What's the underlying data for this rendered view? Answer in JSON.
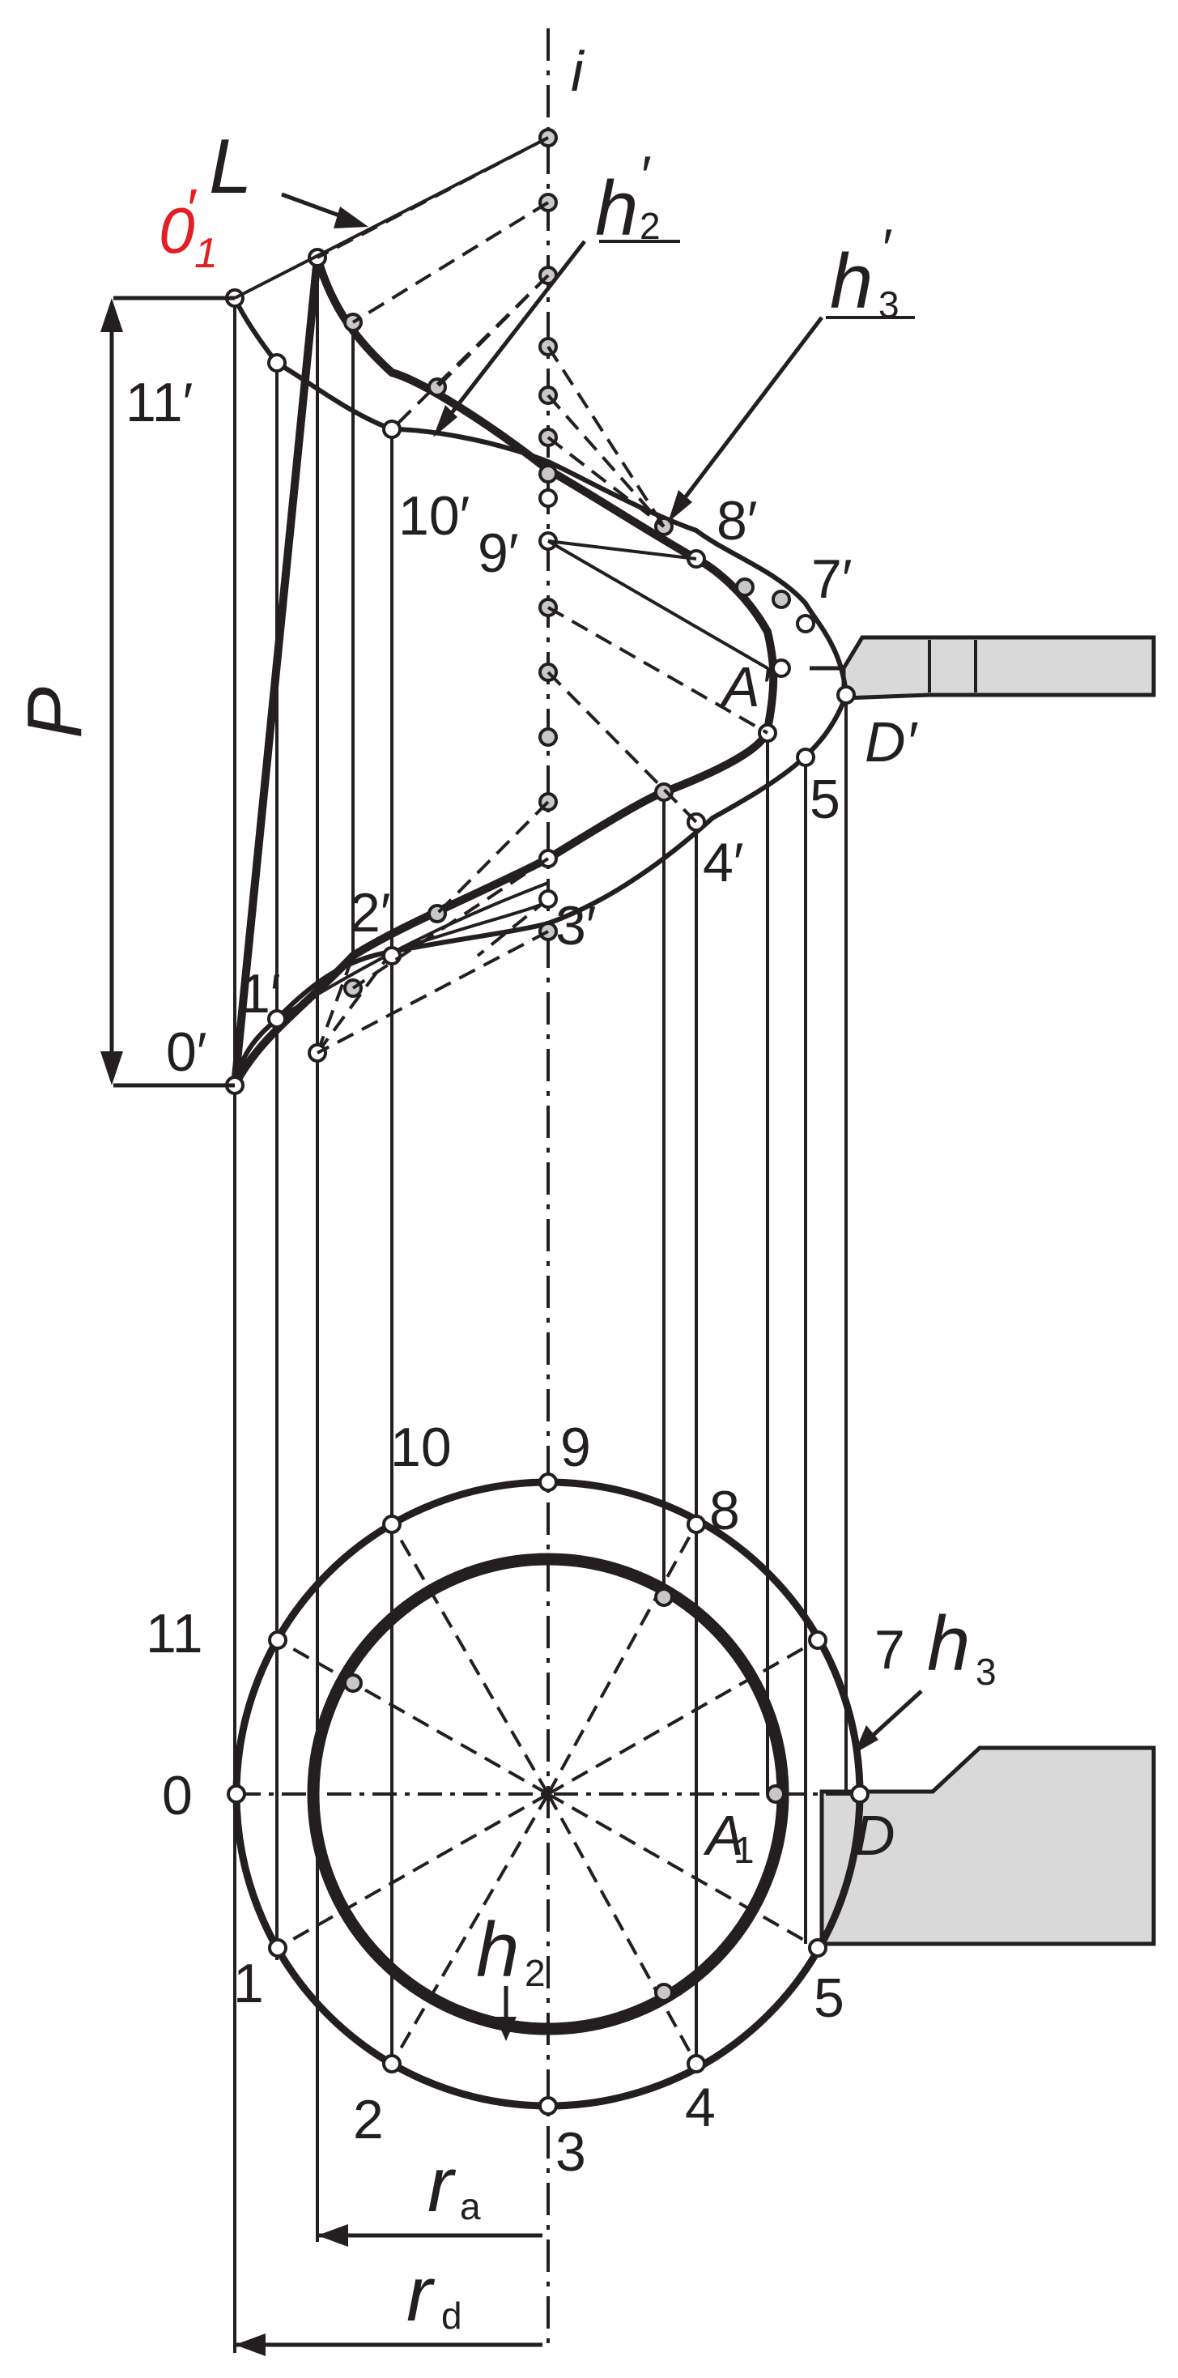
{
  "labels": {
    "axis": "i",
    "L": "L",
    "o1_main": "0",
    "o1_prime": "′",
    "o1_sub": "1",
    "h2p_main": "h",
    "h2p_sub": "2",
    "h2p_prime": "′",
    "h3p_main": "h",
    "h3p_sub": "3",
    "h3p_prime": "′",
    "P": "P",
    "p11": "11′",
    "p10": "10′",
    "p9": "9′",
    "p8": "8′",
    "p7": "7′",
    "pA": "A′",
    "pD": "D′",
    "p5": "5",
    "p4": "4′",
    "p3": "3′",
    "p2": "2′",
    "p1": "1′",
    "p0": "0′",
    "c0": "0",
    "c1": "1",
    "c2": "2",
    "c3": "3",
    "c4": "4",
    "c5": "5",
    "c7": "7",
    "c8": "8",
    "c9": "9",
    "c10": "10",
    "c11": "11",
    "h3_main": "h",
    "h3_sub": "3",
    "h2_main": "h",
    "h2_sub": "2",
    "A1_main": "A",
    "A1_sub": "1",
    "D": "D",
    "ra_main": "r",
    "ra_sub": "a",
    "rd_main": "r",
    "rd_sub": "d"
  },
  "colors": {
    "ink": "#231f20",
    "highlight": "#e31e24",
    "tool_fill": "#d9d9d9"
  }
}
